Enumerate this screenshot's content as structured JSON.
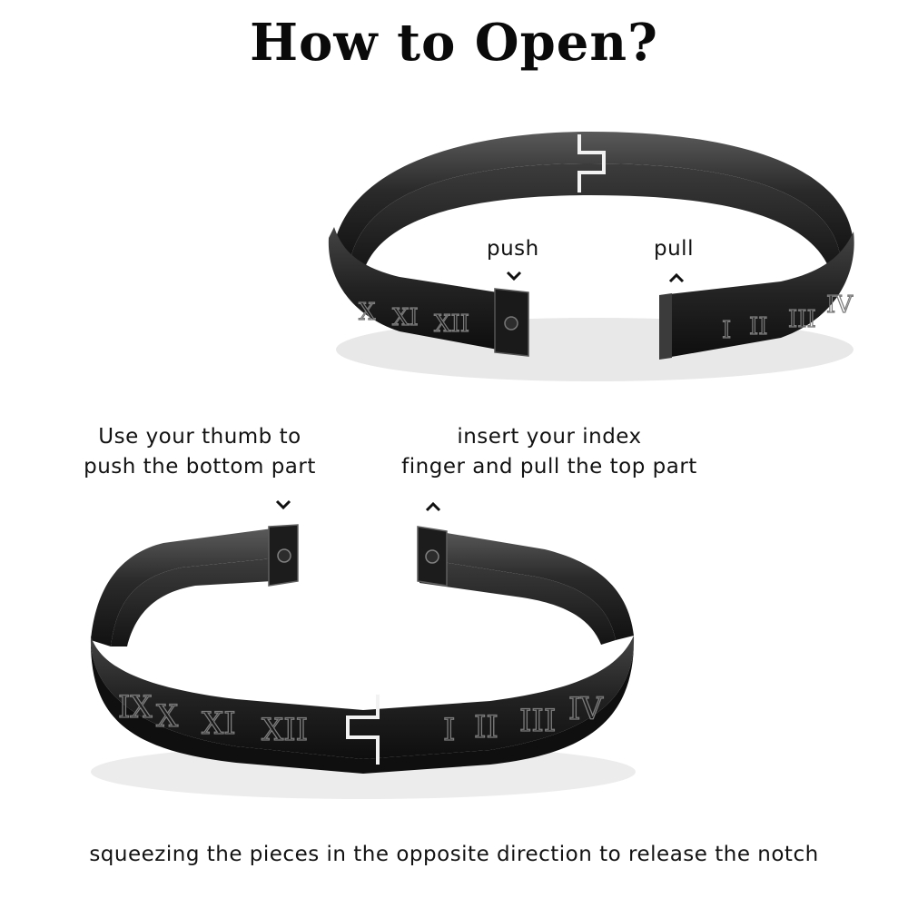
{
  "title": "How to Open?",
  "top_bracelet": {
    "push_label": "push",
    "pull_label": "pull",
    "left_numerals": [
      "X",
      "XI",
      "XII"
    ],
    "right_numerals": [
      "I",
      "II",
      "III",
      "IV"
    ]
  },
  "bottom_bracelet": {
    "thumb_line1": "Use your thumb to",
    "thumb_line2": "push the bottom part",
    "index_line1": "insert your index",
    "index_line2": "finger and pull the top part",
    "left_numerals": [
      "IX",
      "X",
      "XI",
      "XII"
    ],
    "right_numerals": [
      "I",
      "II",
      "III",
      "IV"
    ]
  },
  "caption": "squeezing the pieces in the opposite direction to release the notch",
  "colors": {
    "metal_dark": "#1b1b1b",
    "metal_mid": "#3a3a3a",
    "metal_light": "#6a6a6a",
    "text": "#121212"
  },
  "icons": {
    "push": "chevron-down-icon",
    "pull": "chevron-up-icon"
  }
}
